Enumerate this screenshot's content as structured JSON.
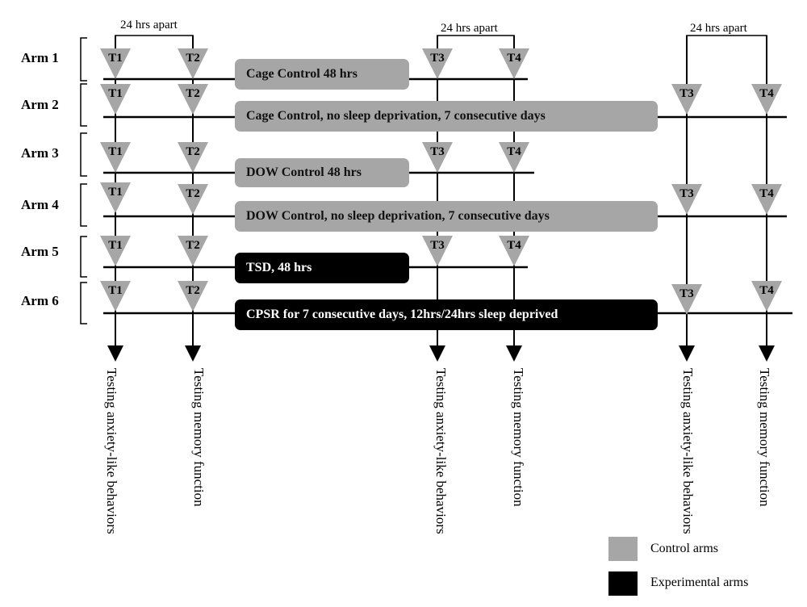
{
  "arms": [
    {
      "label": "Arm 1",
      "bar": "Cage Control 48 hrs",
      "type": "control",
      "times": [
        "T1",
        "T2",
        "T3",
        "T4"
      ]
    },
    {
      "label": "Arm 2",
      "bar": "Cage Control, no sleep deprivation,  7 consecutive days",
      "type": "control",
      "times": [
        "T1",
        "T2",
        "T3",
        "T4"
      ]
    },
    {
      "label": "Arm 3",
      "bar": "DOW Control 48 hrs",
      "type": "control",
      "times": [
        "T1",
        "T2",
        "T3",
        "T4"
      ]
    },
    {
      "label": "Arm 4",
      "bar": "DOW Control, no sleep deprivation,  7 consecutive days",
      "type": "control",
      "times": [
        "T1",
        "T2",
        "T3",
        "T4"
      ]
    },
    {
      "label": "Arm 5",
      "bar": "TSD, 48 hrs",
      "type": "experimental",
      "times": [
        "T1",
        "T2",
        "T3",
        "T4"
      ]
    },
    {
      "label": "Arm 6",
      "bar": "CPSR for 7 consecutive days, 12hrs/24hrs sleep deprived",
      "type": "experimental",
      "times": [
        "T1",
        "T2",
        "T3",
        "T4"
      ]
    }
  ],
  "apart_label": "24 hrs apart",
  "tests": {
    "anxiety": "Testing anxiety-like behaviors",
    "memory": "Testing memory function"
  },
  "legend": {
    "control": "Control arms",
    "experimental": "Experimental arms"
  },
  "colors": {
    "control": "#a6a6a6",
    "experimental": "#000000"
  }
}
